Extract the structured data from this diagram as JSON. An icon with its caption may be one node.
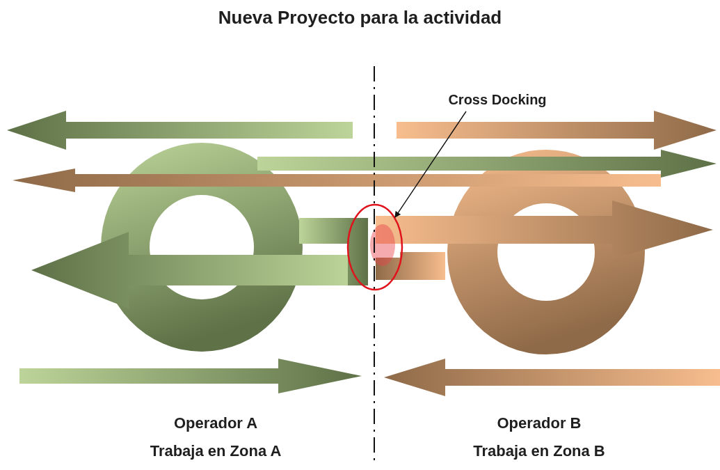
{
  "diagram": {
    "title": "Nueva Proyecto para la actividad",
    "nodes": [
      {
        "text": [
          "Cross Docking"
        ]
      },
      {
        "text": [],
        "shape": "ellipse"
      }
    ],
    "edges": [
      {
        "from": 0,
        "to": 1,
        "arrow": "to"
      }
    ],
    "labels": [
      "Operador A",
      "Operador B",
      "Trabaja en Zona A",
      "Trabaja en Zona B"
    ]
  }
}
